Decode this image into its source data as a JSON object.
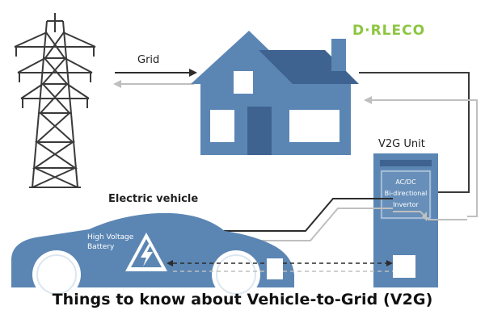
{
  "logo": {
    "text": "D·RLECO"
  },
  "labels": {
    "grid": "Grid",
    "v2g_unit": "V2G Unit",
    "electric_vehicle": "Electric vehicle",
    "battery_line1": "High Voltage",
    "battery_line2": "Battery",
    "inverter_line1": "AC/DC",
    "inverter_line2": "Bi-directional",
    "inverter_line3": "Invertor"
  },
  "caption": "Things to know about Vehicle-to-Grid (V2G)",
  "colors": {
    "structure_blue": "#5b86b4",
    "dark_blue": "#3f6390",
    "line_dark": "#2c2c2c",
    "line_light": "#bfbfbf",
    "tower": "#3a3a3a",
    "logo_green": "#8cc63f"
  },
  "icons": {
    "tower": "power-transmission-tower-icon",
    "house": "house-icon",
    "car": "electric-car-icon",
    "charger": "v2g-charger-icon",
    "warning": "high-voltage-warning-icon"
  }
}
